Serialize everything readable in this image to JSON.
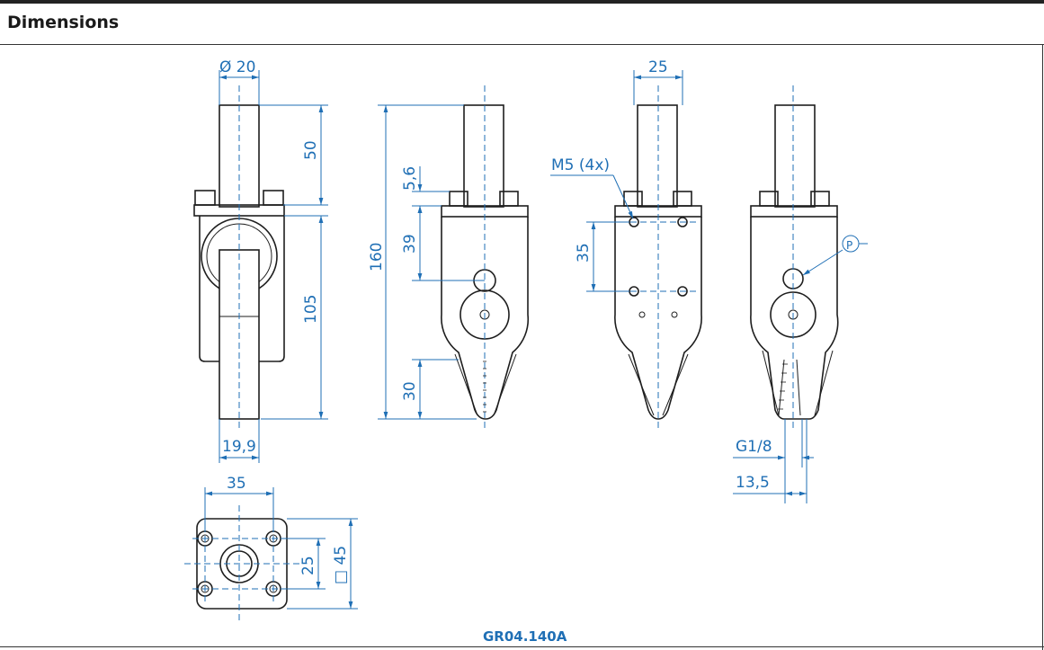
{
  "header": {
    "title": "Dimensions"
  },
  "dimensions": {
    "diameter": "Ø 20",
    "shaft_length": "50",
    "body_length": "105",
    "jaw_width": "19,9",
    "total_length": "160",
    "flange_thickness": "5,6",
    "port_offset": "39",
    "jaw_length": "30",
    "bolt_spacing_top": "25",
    "thread": "M5 (4x)",
    "thread_spacing": "35",
    "pressure_port": "P",
    "port_thread": "G1/8",
    "jaw_offset": "13,5",
    "flange_spacing": "35",
    "flange_hole_spacing": "25",
    "flange_square": "□ 45"
  },
  "caption": "GR04.140A",
  "colors": {
    "dimension": "#1f6fb5",
    "outline": "#1e1e1e"
  }
}
